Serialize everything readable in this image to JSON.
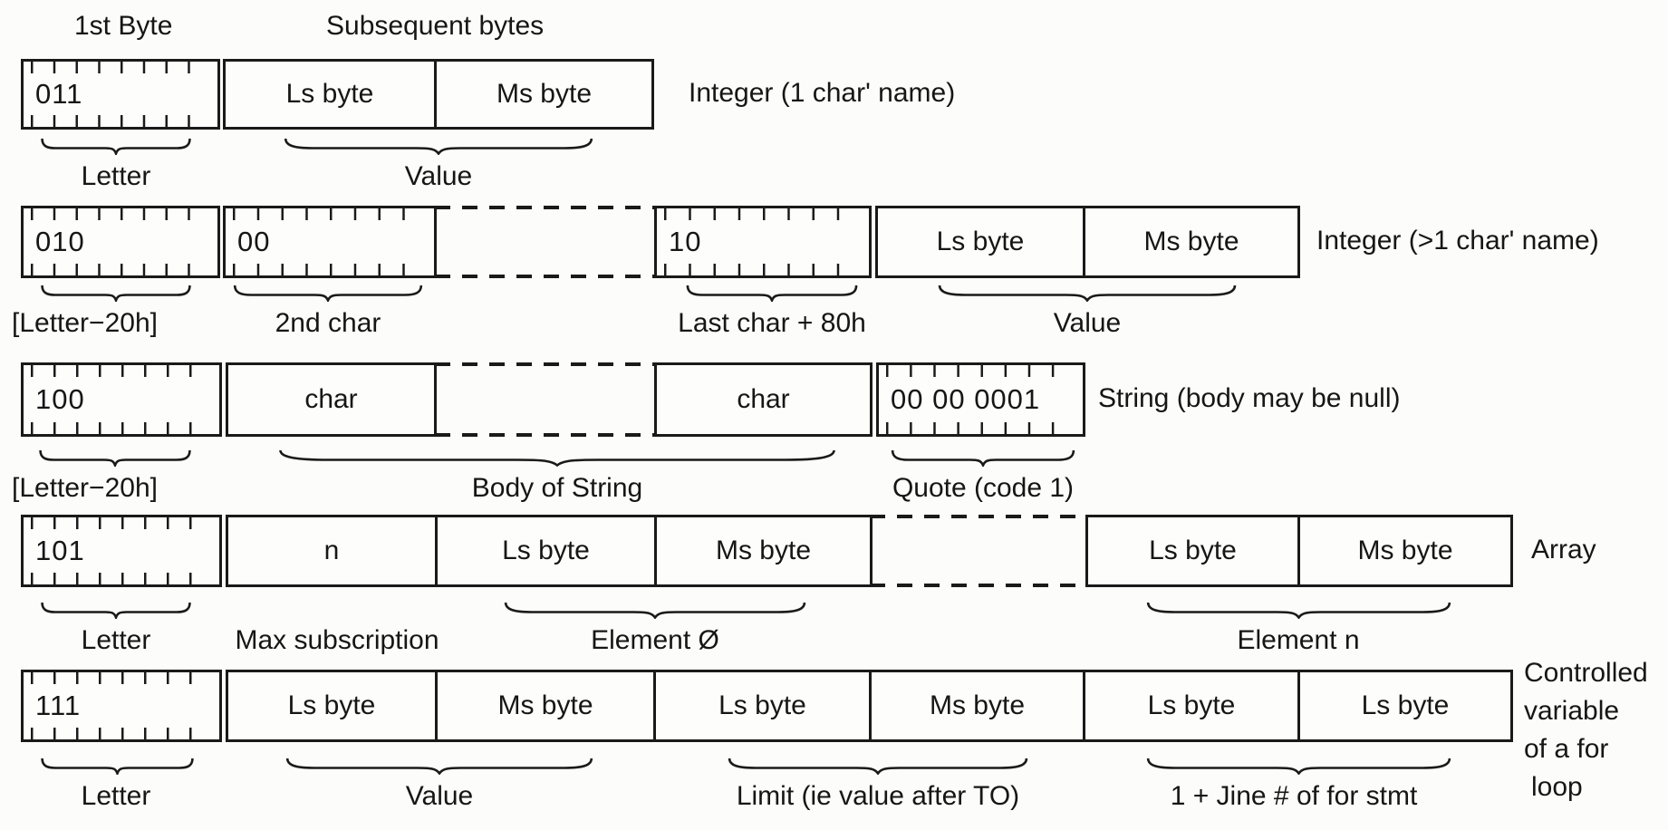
{
  "headers": {
    "first_byte": "1st Byte",
    "subsequent_bytes": "Subsequent bytes"
  },
  "rows": [
    {
      "type_label": "Integer (1 char' name)",
      "boxes": [
        {
          "text": "011"
        },
        {
          "text": "Ls byte"
        },
        {
          "text": "Ms byte"
        }
      ],
      "captions": [
        {
          "text": "Letter"
        },
        {
          "text": "Value"
        }
      ]
    },
    {
      "type_label": "Integer (>1 char' name)",
      "boxes": [
        {
          "text": "010"
        },
        {
          "text": "00"
        },
        {
          "text": "10"
        },
        {
          "text": "Ls byte"
        },
        {
          "text": "Ms byte"
        }
      ],
      "captions": [
        {
          "text": "[Letter−20h]"
        },
        {
          "text": "2nd char"
        },
        {
          "text": "Last char + 80h"
        },
        {
          "text": "Value"
        }
      ]
    },
    {
      "type_label": "String (body may be null)",
      "boxes": [
        {
          "text": "100"
        },
        {
          "text": "char"
        },
        {
          "text": "char"
        },
        {
          "text": "00 00 0001"
        }
      ],
      "captions": [
        {
          "text": "[Letter−20h]"
        },
        {
          "text": "Body of String"
        },
        {
          "text": "Quote (code 1)"
        }
      ]
    },
    {
      "type_label": "Array",
      "boxes": [
        {
          "text": "101"
        },
        {
          "text": "n"
        },
        {
          "text": "Ls byte"
        },
        {
          "text": "Ms byte"
        },
        {
          "text": "Ls byte"
        },
        {
          "text": "Ms byte"
        }
      ],
      "captions": [
        {
          "text": "Letter"
        },
        {
          "text": "Max subscription"
        },
        {
          "text": "Element Ø"
        },
        {
          "text": "Element n"
        }
      ]
    },
    {
      "type_lines": [
        "Controlled",
        "variable",
        "of a for",
        "loop"
      ],
      "boxes": [
        {
          "text": "111"
        },
        {
          "text": "Ls byte"
        },
        {
          "text": "Ms byte"
        },
        {
          "text": "Ls byte"
        },
        {
          "text": "Ms byte"
        },
        {
          "text": "Ls byte"
        },
        {
          "text": "Ls byte"
        }
      ],
      "captions": [
        {
          "text": "Letter"
        },
        {
          "text": "Value"
        },
        {
          "text": "Limit (ie value after TO)"
        },
        {
          "text": "1 + Jine # of for stmt"
        }
      ]
    }
  ]
}
